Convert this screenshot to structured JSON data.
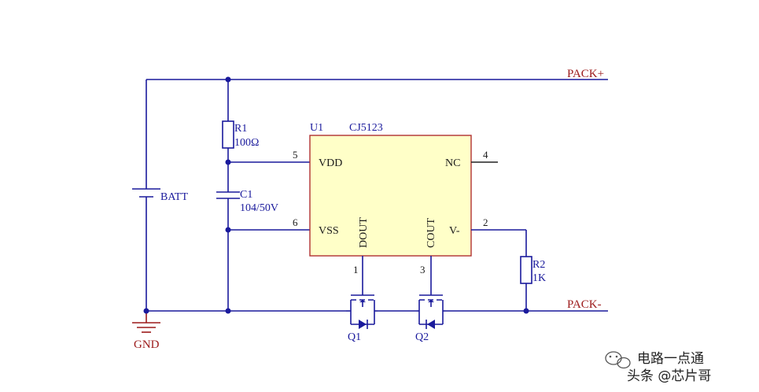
{
  "nets": {
    "pack_plus": "PACK+",
    "pack_minus": "PACK-",
    "gnd": "GND"
  },
  "battery": {
    "label": "BATT"
  },
  "r1": {
    "ref": "R1",
    "value": "100Ω"
  },
  "c1": {
    "ref": "C1",
    "value": "104/50V"
  },
  "u1": {
    "ref": "U1",
    "part": "CJ5123",
    "pins": {
      "vdd": {
        "name": "VDD",
        "num": "5"
      },
      "vss": {
        "name": "VSS",
        "num": "6"
      },
      "nc": {
        "name": "NC",
        "num": "4"
      },
      "vminus": {
        "name": "V-",
        "num": "2"
      },
      "dout": {
        "name": "DOUT",
        "num": "1"
      },
      "cout": {
        "name": "COUT",
        "num": "3"
      }
    }
  },
  "r2": {
    "ref": "R2",
    "value": "1K"
  },
  "q1": {
    "ref": "Q1"
  },
  "q2": {
    "ref": "Q2"
  },
  "watermark": {
    "line1": "电路一点通",
    "line2": "头条 @芯片哥",
    "icon": "wechat-icon"
  },
  "colors": {
    "wire": "#1a1a9c",
    "net_label": "#9c1a1a",
    "chip_fill": "#ffffc8",
    "chip_border": "#b03030"
  }
}
